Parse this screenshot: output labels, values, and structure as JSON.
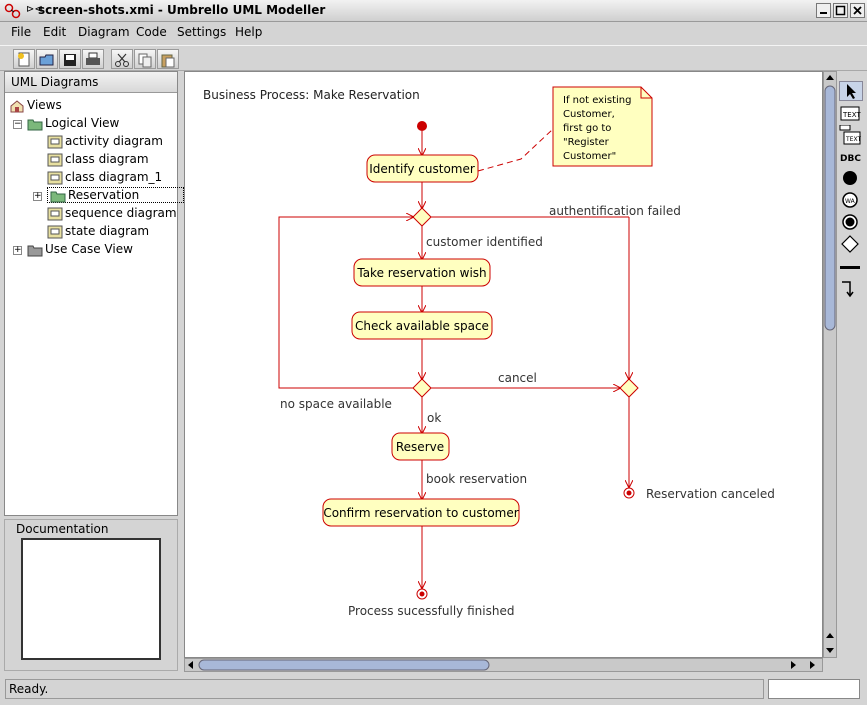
{
  "window": {
    "title": "screen-shots.xmi - Umbrello UML Modeller"
  },
  "menu": [
    "File",
    "Edit",
    "Diagram",
    "Code",
    "Settings",
    "Help"
  ],
  "tree": {
    "header": "UML Diagrams",
    "items": [
      {
        "label": "Views",
        "icon": "home-icon"
      },
      {
        "label": "Logical View",
        "icon": "folder-icon"
      },
      {
        "label": "activity diagram",
        "icon": "diagram-icon"
      },
      {
        "label": "class diagram",
        "icon": "diagram-icon"
      },
      {
        "label": "class diagram_1",
        "icon": "diagram-icon"
      },
      {
        "label": "Reservation",
        "icon": "folder-icon"
      },
      {
        "label": "sequence diagram",
        "icon": "diagram-icon"
      },
      {
        "label": "state diagram",
        "icon": "diagram-icon"
      },
      {
        "label": "Use Case View",
        "icon": "folder-icon"
      }
    ]
  },
  "documentation": {
    "title": "Documentation"
  },
  "diagram": {
    "title": "Business Process: Make Reservation",
    "note": [
      "If not existing",
      "Customer,",
      "first go to",
      "\"Register",
      "Customer\""
    ],
    "activities": {
      "identify": "Identify customer",
      "take": "Take reservation wish",
      "check": "Check available space",
      "reserve": "Reserve",
      "confirm": "Confirm reservation to customer"
    },
    "labels": {
      "auth_failed": "authentification failed",
      "identified": "customer identified",
      "cancel": "cancel",
      "no_space": "no space available",
      "ok": "ok",
      "book": "book reservation",
      "canceled": "Reservation canceled",
      "finished": "Process sucessfully finished"
    },
    "colors": {
      "line": "#cc0000",
      "fill": "#ffffc0"
    }
  },
  "palette": [
    "arrow-icon",
    "text-icon",
    "text-icon",
    "text-icon",
    "initial-state-icon",
    "branch-icon",
    "final-state-icon",
    "diamond-icon",
    "fork-icon",
    "transition-icon"
  ],
  "status": {
    "text": "Ready."
  }
}
